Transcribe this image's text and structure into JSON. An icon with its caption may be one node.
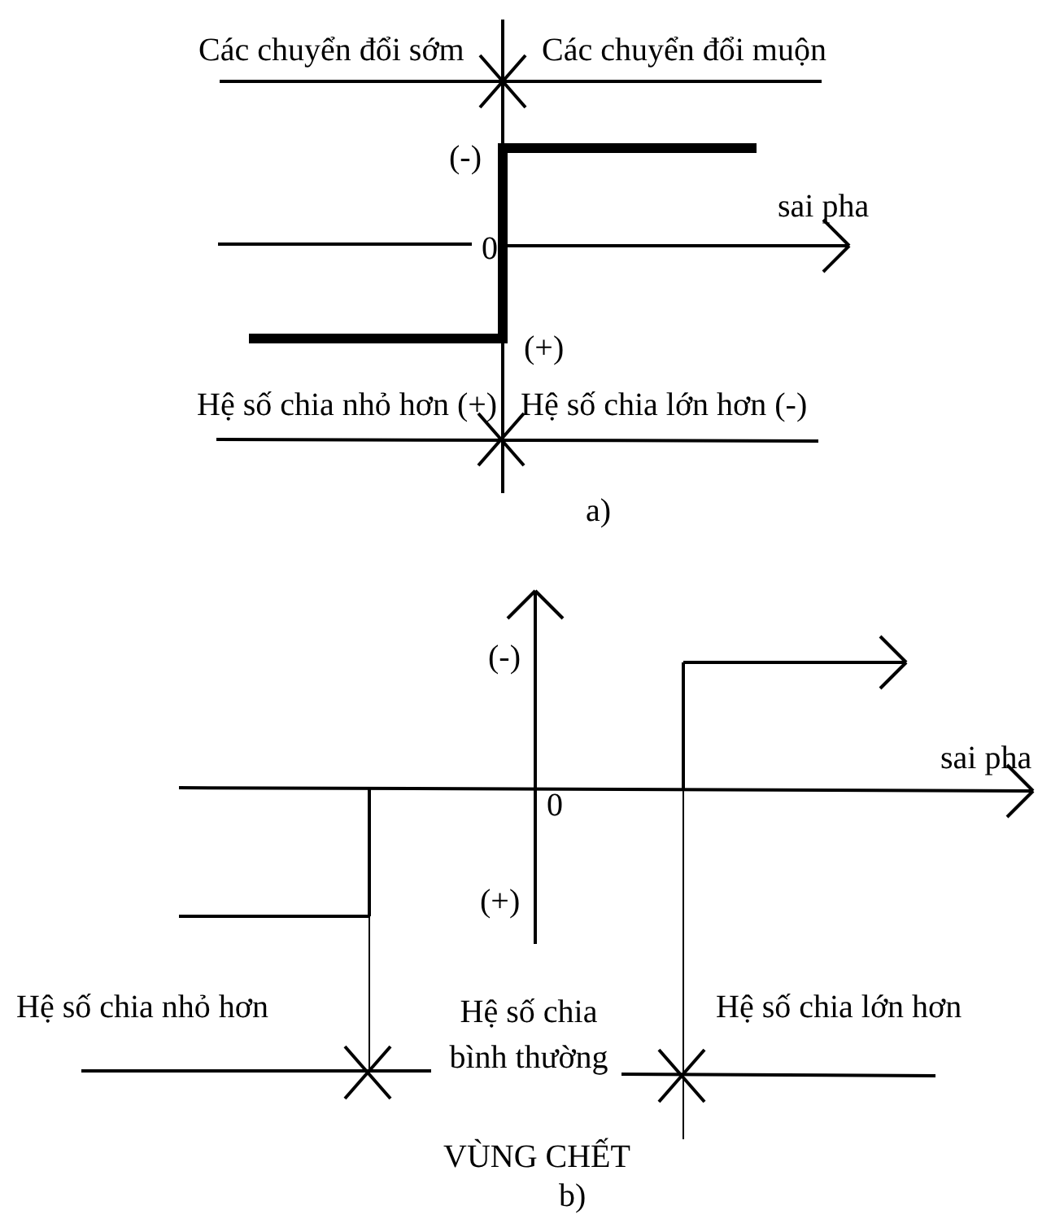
{
  "diagram": {
    "labels": [
      "Các chuyển đổi sớm",
      "Các chuyển đổi muộn",
      "(-)",
      "sai pha",
      "0",
      "(+)",
      "Hệ số chia nhỏ hơn (+)",
      "Hệ số chia lớn hơn (-)",
      "a)",
      "(-)",
      "sai pha",
      "0",
      "(+)",
      "Hệ số chia nhỏ hơn",
      "Hệ số chia bình thường",
      "Hệ số chia lớn hơn",
      "VÙNG CHẾT",
      "b)"
    ]
  }
}
